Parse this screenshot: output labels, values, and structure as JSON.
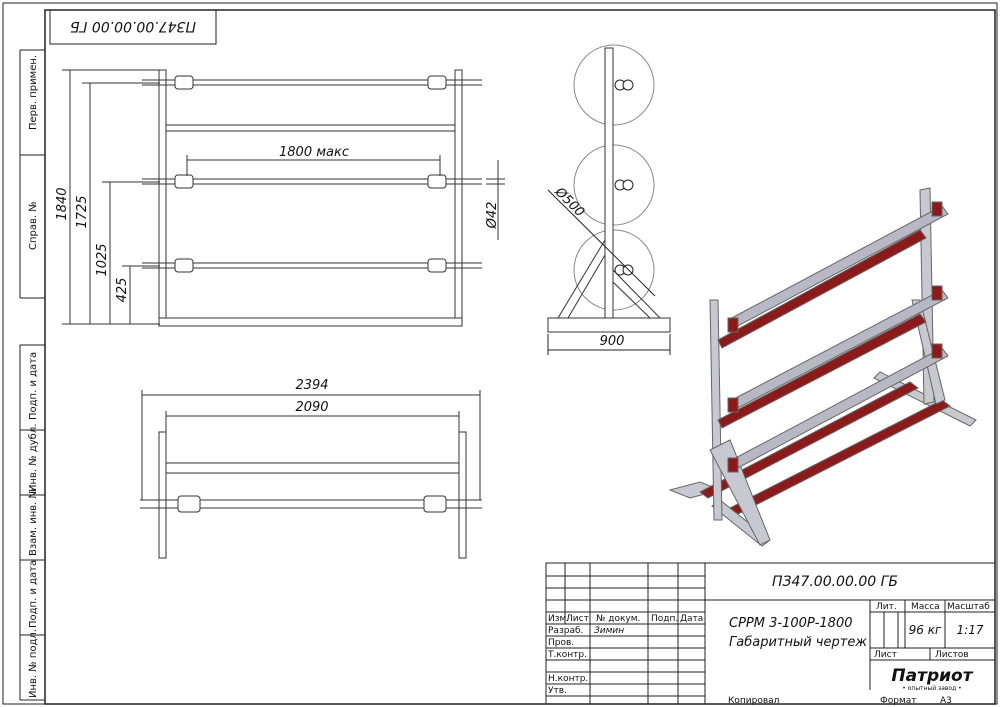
{
  "drawing": {
    "corner_stamp": "ПЗ47.00.00.00 ГБ",
    "side_labels": [
      "Перв. примен.",
      "Справ. №",
      "Подп. и дата",
      "Инв. № дубл.",
      "Взам. инв. №",
      "Подп. и дата",
      "Инв. № подл."
    ],
    "front_view": {
      "width_label": "1800 макс",
      "heights": [
        "1840",
        "1725",
        "1025",
        "425"
      ],
      "diameter": "Ø42"
    },
    "top_view": {
      "overall": "2394",
      "inner": "2090"
    },
    "side_view": {
      "roll_diameter": "Ø500",
      "base_width": "900"
    }
  },
  "title_block": {
    "doc_code": "ПЗ47.00.00.00 ГБ",
    "name_line1": "СРРМ 3-100Р-1800",
    "name_line2": "Габаритный чертеж",
    "col_headers": [
      "Изм.",
      "Лист",
      "№ докум.",
      "Подп.",
      "Дата"
    ],
    "rows": [
      "Разраб.",
      "Пров.",
      "Т.контр.",
      "",
      "Н.контр.",
      "Утв."
    ],
    "developer": "Зимин",
    "lit_label": "Лит.",
    "mass_label": "Масса",
    "scale_label": "Масштаб",
    "mass": "96 кг",
    "scale": "1:17",
    "sheet_label": "Лист",
    "sheets_label": "Листов",
    "company": "Патриот",
    "company_sub": "• опытный завод •",
    "copied_label": "Копировал",
    "format_label": "Формат",
    "format": "А3"
  },
  "colors": {
    "frame": "#c8c8d0",
    "accent": "#8b1a1a",
    "line": "#222222"
  }
}
